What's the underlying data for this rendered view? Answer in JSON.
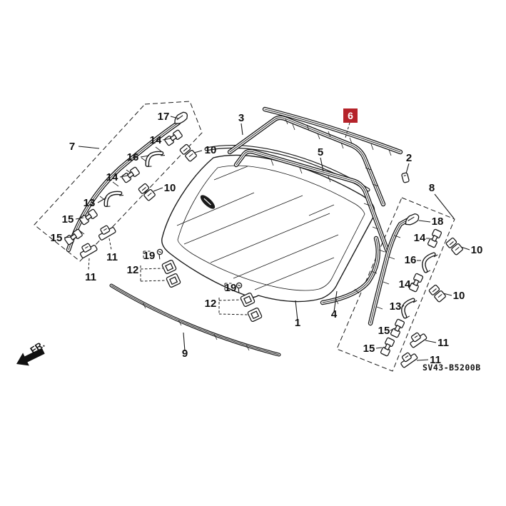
{
  "figure": {
    "type": "exploded-parts-diagram",
    "subject": "front windshield assembly",
    "fr_label": "FR.",
    "diagram_code": "SV43-B5200B",
    "highlighted_callout": "6",
    "highlight_color": "#b5232a",
    "line_color": "#1a1a1a",
    "background_color": "#ffffff",
    "part_numbers_visible": [
      "1",
      "2",
      "3",
      "4",
      "5",
      "6",
      "7",
      "8",
      "9",
      "10",
      "11",
      "12",
      "13",
      "14",
      "15",
      "16",
      "17",
      "18",
      "19"
    ]
  },
  "callouts": [
    "17",
    "3",
    "6",
    "7",
    "14",
    "16",
    "10",
    "14",
    "10",
    "13",
    "15",
    "15",
    "11",
    "11",
    "5",
    "2",
    "8",
    "18",
    "14",
    "16",
    "14",
    "13",
    "15",
    "15",
    "10",
    "10",
    "11",
    "11",
    "19",
    "12",
    "19",
    "12",
    "9",
    "1",
    "4"
  ]
}
